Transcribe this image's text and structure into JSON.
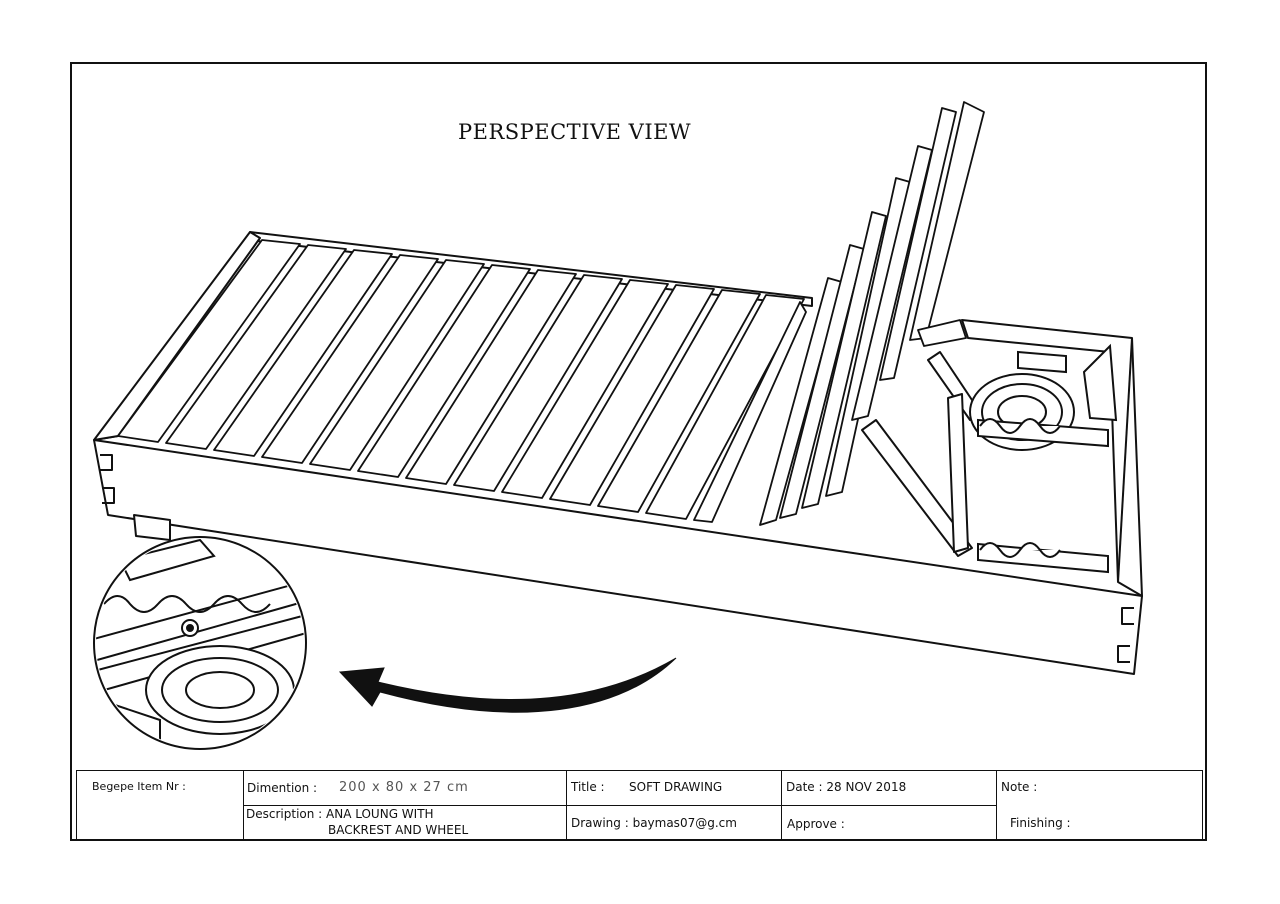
{
  "drawing": {
    "view_title": "PERSPECTIVE VIEW"
  },
  "title_block": {
    "item_nr_label": "Begepe Item Nr :",
    "dimention_label": "Dimention :",
    "dimention_value": "200 x 80 x 27 cm",
    "title_label": "Title :",
    "title_value": "SOFT DRAWING",
    "date_label": "Date : 28 NOV 2018",
    "note_label": "Note :",
    "description_label": "Description : ANA LOUNG WITH",
    "description_line2": "BACKREST AND WHEEL",
    "drawing_label": "Drawing : baymas07@g.cm",
    "approve_label": "Approve :",
    "finishing_label": "Finishing :"
  }
}
